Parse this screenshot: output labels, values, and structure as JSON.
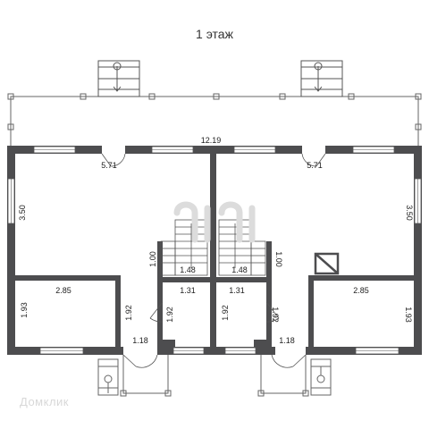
{
  "floor_title": "1 этаж",
  "dimensions": {
    "overall_width": "12.19",
    "left_hall_width": "5.71",
    "right_hall_width": "5.71",
    "left_hall_height": "3.50",
    "right_hall_height": "3.50",
    "left_stair_height": "1.00",
    "right_stair_height": "1.00",
    "left_stair_width": "1.48",
    "right_stair_width": "1.48",
    "left_room_width": "2.85",
    "right_room_width": "2.85",
    "left_room_height": "1.93",
    "right_room_height": "1.93",
    "left_corridor_height": "1.92",
    "right_corridor_height": "1.92",
    "left_bath_height": "1.92",
    "right_bath_height": "1.92",
    "left_bath_width": "1.31",
    "right_bath_width": "1.31",
    "left_entry_width": "1.18",
    "right_entry_width": "1.18"
  },
  "watermark": "Домклик",
  "colors": {
    "wall": "#4d4d4f",
    "line": "#555555",
    "window": "#ffffff"
  }
}
